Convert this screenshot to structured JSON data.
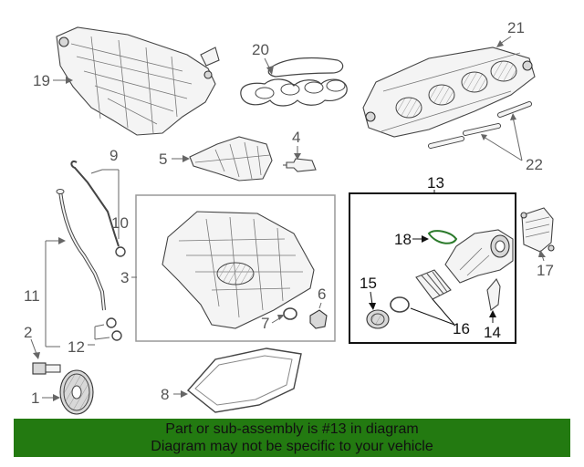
{
  "callouts": {
    "c1": "1",
    "c2": "2",
    "c3": "3",
    "c4": "4",
    "c5": "5",
    "c6": "6",
    "c7": "7",
    "c8": "8",
    "c9": "9",
    "c10": "10",
    "c11": "11",
    "c12": "12",
    "c13": "13",
    "c14": "14",
    "c15": "15",
    "c16": "16",
    "c17": "17",
    "c18": "18",
    "c19": "19",
    "c20": "20",
    "c21": "21",
    "c22": "22"
  },
  "banner": {
    "line1": "Part or sub-assembly is #13 in diagram",
    "line2": "Diagram may not be specific to your vehicle",
    "bg_color": "#237a11"
  },
  "highlight": {
    "assembly_callout": "13",
    "frame_color": "#111111"
  }
}
